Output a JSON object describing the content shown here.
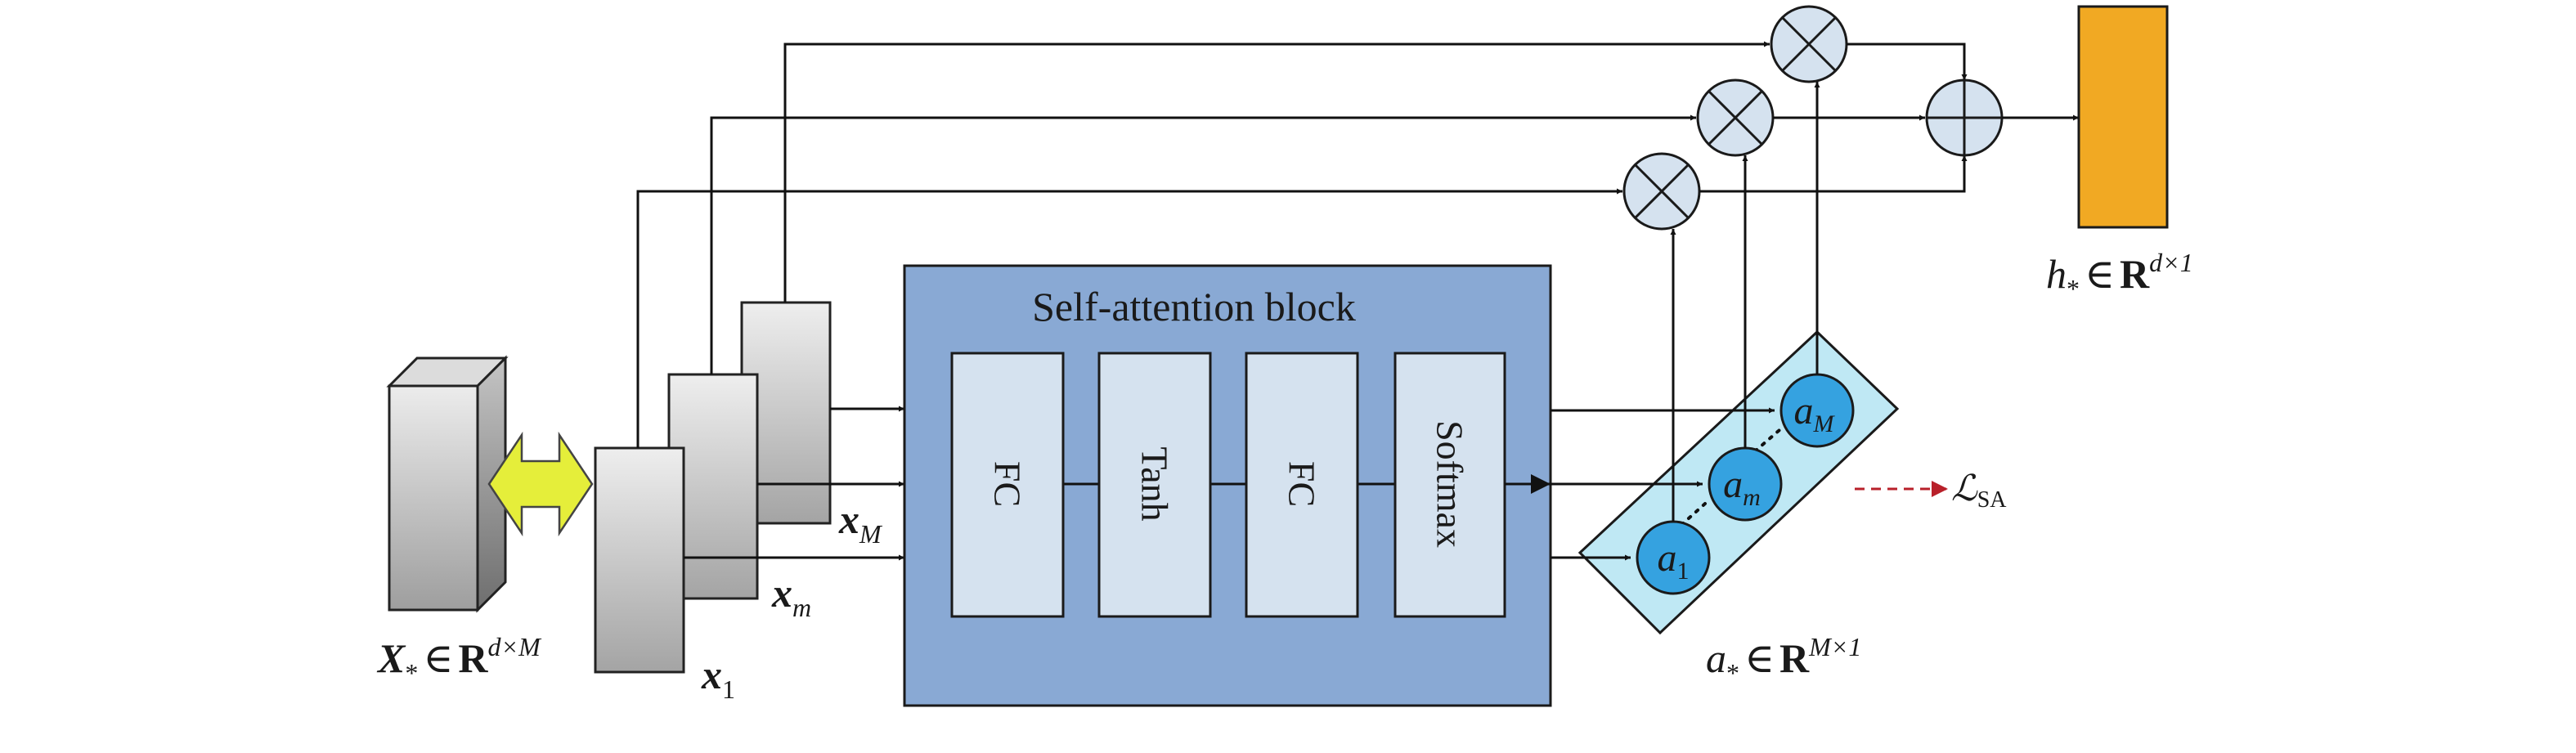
{
  "block": {
    "title": "Self-attention block",
    "layers": [
      "FC",
      "Tanh",
      "FC",
      "Softmax"
    ]
  },
  "input_label": {
    "main": "X",
    "star": "*",
    "in": "∈",
    "R": "R",
    "dims": "d×M"
  },
  "slices": {
    "x1": {
      "main": "x",
      "sub": "1"
    },
    "xm": {
      "main": "x",
      "sub": "m"
    },
    "xM": {
      "main": "x",
      "sub": "M"
    }
  },
  "attention": {
    "a1": {
      "main": "a",
      "sub": "1"
    },
    "am": {
      "main": "a",
      "sub": "m"
    },
    "aM": {
      "main": "a",
      "sub": "M"
    },
    "label": {
      "main": "a",
      "star": "*",
      "in": "∈",
      "R": "R",
      "dims": "M×1"
    }
  },
  "loss": {
    "main": "ℒ",
    "sub": "SA"
  },
  "output_label": {
    "main": "h",
    "star": "*",
    "in": "∈",
    "R": "R",
    "dims": "d×1"
  },
  "colors": {
    "block_fill": "#89a9d4",
    "layer_fill": "#d5e2ef",
    "attention_panel": "#bfe8f4",
    "attention_node": "#35a2e0",
    "output_fill": "#f1a923",
    "arrow_yellow": "#e5ee3a",
    "loss_arrow": "#b8202a"
  }
}
